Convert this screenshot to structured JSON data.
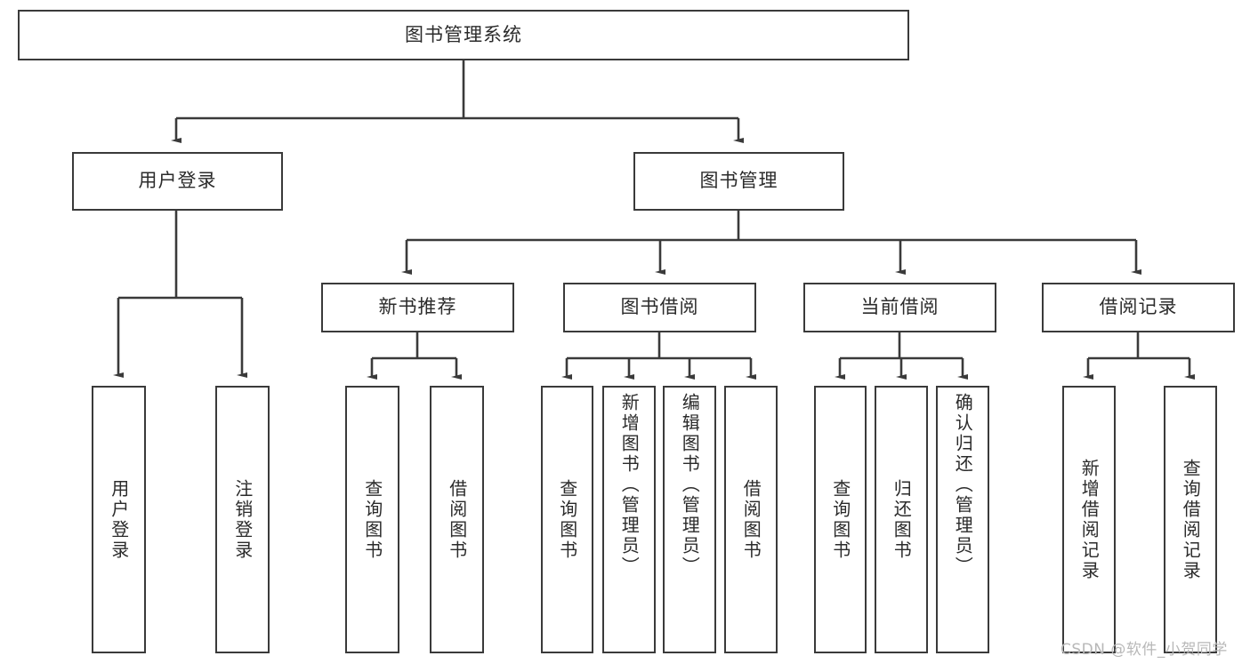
{
  "diagram": {
    "type": "tree-hierarchy",
    "root": {
      "id": "root",
      "label": "图书管理系统",
      "orientation": "horizontal"
    },
    "level1": [
      {
        "id": "user-login",
        "label": "用户登录",
        "orientation": "horizontal"
      },
      {
        "id": "book-manage",
        "label": "图书管理",
        "orientation": "horizontal"
      }
    ],
    "level2": [
      {
        "id": "new-book-rec",
        "label": "新书推荐",
        "orientation": "horizontal",
        "parent": "book-manage"
      },
      {
        "id": "book-borrow",
        "label": "图书借阅",
        "orientation": "horizontal",
        "parent": "book-manage"
      },
      {
        "id": "current-borrow",
        "label": "当前借阅",
        "orientation": "horizontal",
        "parent": "book-manage"
      },
      {
        "id": "borrow-record",
        "label": "借阅记录",
        "orientation": "horizontal",
        "parent": "book-manage"
      }
    ],
    "leaves": [
      {
        "id": "leaf-user-login",
        "label": "用户登录",
        "orientation": "vertical",
        "parent": "user-login"
      },
      {
        "id": "leaf-logout",
        "label": "注销登录",
        "orientation": "vertical",
        "parent": "user-login"
      },
      {
        "id": "leaf-query-book-1",
        "label": "查询图书",
        "orientation": "vertical",
        "parent": "new-book-rec"
      },
      {
        "id": "leaf-borrow-book-1",
        "label": "借阅图书",
        "orientation": "vertical",
        "parent": "new-book-rec"
      },
      {
        "id": "leaf-query-book-2",
        "label": "查询图书",
        "orientation": "vertical",
        "parent": "book-borrow"
      },
      {
        "id": "leaf-add-book",
        "label": "新增图书（管理员）",
        "orientation": "vertical",
        "parent": "book-borrow"
      },
      {
        "id": "leaf-edit-book",
        "label": "编辑图书（管理员）",
        "orientation": "vertical",
        "parent": "book-borrow"
      },
      {
        "id": "leaf-borrow-book-2",
        "label": "借阅图书",
        "orientation": "vertical",
        "parent": "book-borrow"
      },
      {
        "id": "leaf-query-book-3",
        "label": "查询图书",
        "orientation": "vertical",
        "parent": "current-borrow"
      },
      {
        "id": "leaf-return-book",
        "label": "归还图书",
        "orientation": "vertical",
        "parent": "current-borrow"
      },
      {
        "id": "leaf-confirm-return",
        "label": "确认归还（管理员）",
        "orientation": "vertical",
        "parent": "current-borrow"
      },
      {
        "id": "leaf-add-record",
        "label": "新增借阅记录",
        "orientation": "vertical",
        "parent": "borrow-record"
      },
      {
        "id": "leaf-query-record",
        "label": "查询借阅记录",
        "orientation": "vertical",
        "parent": "borrow-record"
      }
    ],
    "colors": {
      "box_border": "#3a3a3a",
      "box_fill": "#ffffff",
      "connector": "#3a3a3a",
      "text": "#2b2b2b",
      "watermark": "#b8b8b8",
      "background": "#ffffff"
    }
  },
  "watermark": {
    "text": "CSDN @软件_小贺同学"
  }
}
